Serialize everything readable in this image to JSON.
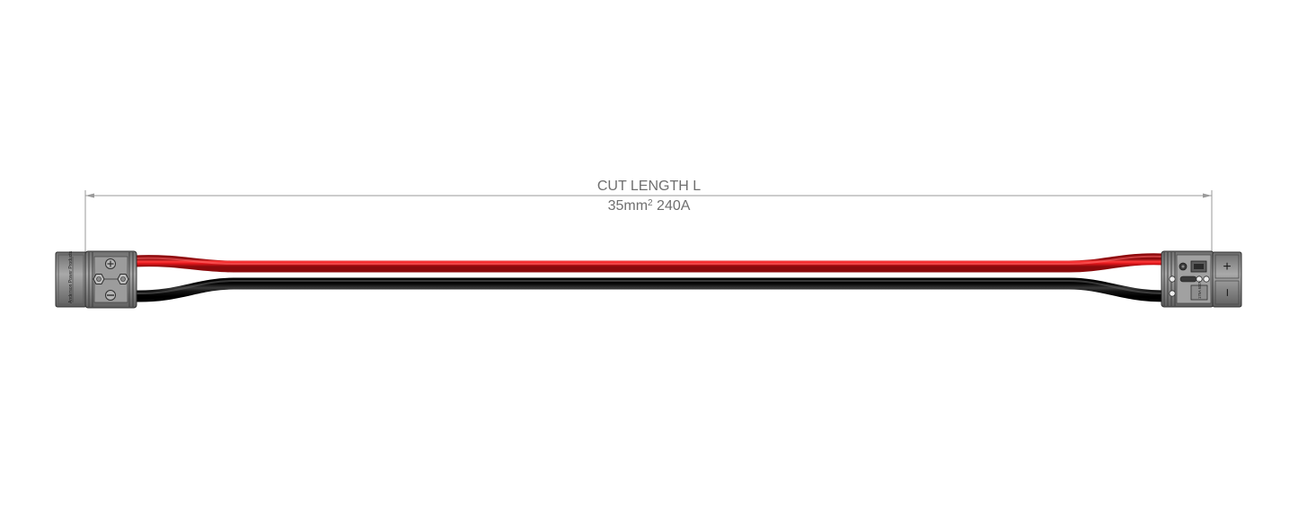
{
  "dimension": {
    "title": "CUT LENGTH L",
    "cable_spec_prefix": "35mm",
    "cable_spec_superscript": "2",
    "cable_spec_suffix": " 240A"
  },
  "cable": {
    "positive_color": "#e0161b",
    "negative_color": "#151515"
  },
  "connector_left": {
    "brand_text": "Anderson Power Products"
  },
  "connector_right": {
    "plus_symbol": "+",
    "minus_symbol": "−",
    "rating_text": "175A 600V"
  }
}
